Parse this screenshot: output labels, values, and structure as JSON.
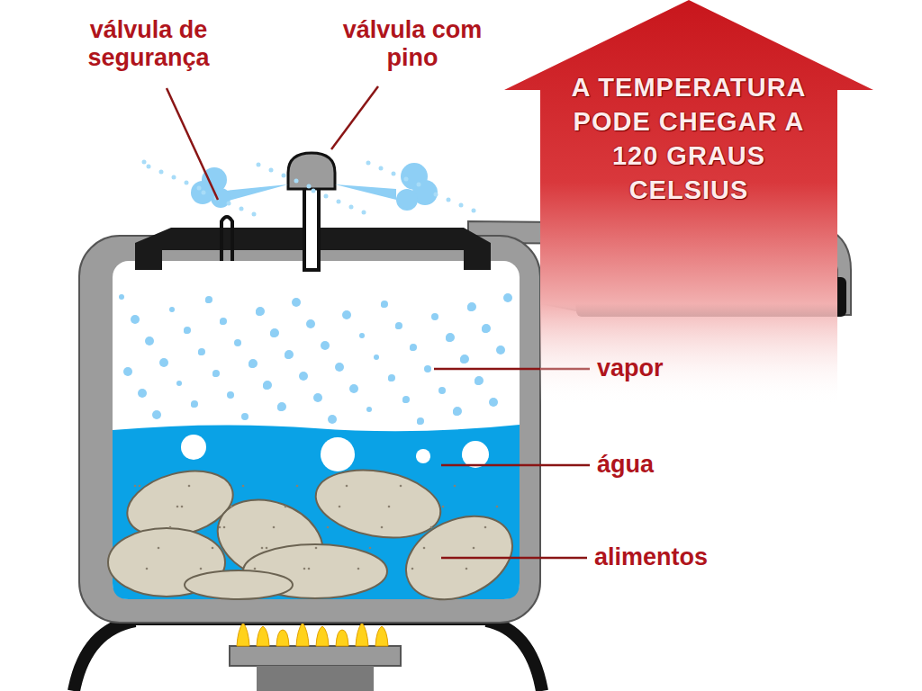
{
  "diagram": {
    "nodes": [
      {
        "text": [
          "A TEMPERATURA PODE CHEGAR A 120 GRAUS CELSIUS"
        ]
      }
    ],
    "labels": [
      "válvula de segurança",
      "válvula com pino",
      "vapor",
      "água",
      "alimentos"
    ]
  }
}
